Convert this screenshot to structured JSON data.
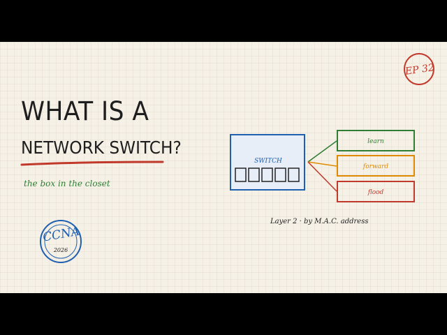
{
  "episode_badge": {
    "label": "EP 32",
    "color": "#c0392b"
  },
  "title": {
    "line1": "WHAT IS A",
    "line2": "NETWORK SWITCH?",
    "underline_color": "#c0392b"
  },
  "subtitle": "the box in the closet",
  "stamp": {
    "label": "CCNA",
    "year": "2026",
    "color": "#1f5fb0"
  },
  "diagram": {
    "switch_label": "SWITCH",
    "port_count": 5,
    "switch_color": "#1f5fb0",
    "actions": [
      {
        "label": "learn",
        "color": "#2e7d32"
      },
      {
        "label": "forward",
        "color": "#e08a00"
      },
      {
        "label": "flood",
        "color": "#c0392b"
      }
    ],
    "caption": "Layer 2 · by M.A.C. address"
  }
}
